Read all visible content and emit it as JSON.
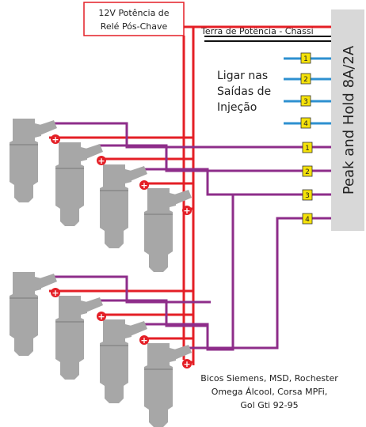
{
  "relay_label": {
    "line1": "12V Potência de",
    "line2": "Relé Pós-Chave"
  },
  "ground_label": "Terra de Potência - Chassi",
  "module_label": "Peak and Hold 8A/2A",
  "instruction": {
    "line1": "Ligar nas",
    "line2": "Saídas de",
    "line3": "Injeção"
  },
  "output_tags": [
    "1",
    "2",
    "3",
    "4",
    "1",
    "2",
    "3",
    "4"
  ],
  "plus_symbol": "+",
  "footer": {
    "line1": "Bicos Siemens, MSD, Rochester",
    "line2": "Omega Álcool, Corsa MPFi,",
    "line3": "Gol Gti 92-95"
  },
  "colors": {
    "power_wire": "#e41f26",
    "signal_wire": "#8e2d8a",
    "ecu_wire": "#2e90d0",
    "ground_wire": "#111111",
    "module_fill": "#d8d8d8",
    "tag_fill": "#f5e20a",
    "injector_fill": "#a7a7a7",
    "plus_fill": "#e41f26"
  }
}
